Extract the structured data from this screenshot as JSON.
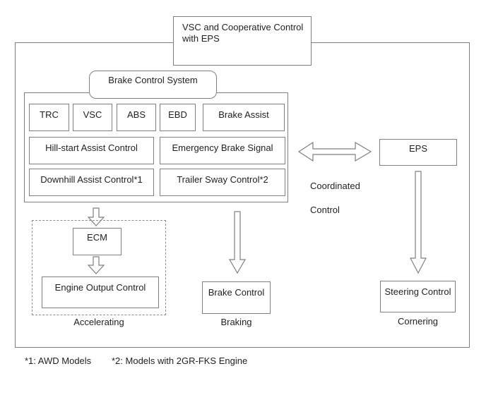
{
  "colors": {
    "border": "#7f7f7f",
    "text": "#1f1f1f",
    "background": "#ffffff"
  },
  "header": {
    "title_line1": "VSC and Cooperative Control",
    "title_line2": "with EPS"
  },
  "brake_control_system": {
    "label": "Brake Control System",
    "functions_row1": [
      "TRC",
      "VSC",
      "ABS",
      "EBD",
      "Brake Assist"
    ],
    "functions_row2": [
      "Hill-start Assist Control",
      "Emergency Brake Signal"
    ],
    "functions_row3": [
      "Downhill Assist Control*1",
      "Trailer Sway Control*2"
    ]
  },
  "eps": {
    "label": "EPS"
  },
  "coordinated_control": {
    "line1": "Coordinated",
    "line2": "Control"
  },
  "accelerating_group": {
    "ecm_label": "ECM",
    "engine_output_label": "Engine Output Control",
    "caption": "Accelerating"
  },
  "braking_group": {
    "box_label": "Brake Control",
    "caption": "Braking"
  },
  "cornering_group": {
    "box_label": "Steering Control",
    "caption": "Cornering"
  },
  "footnotes": {
    "note1": "*1: AWD Models",
    "note2": "*2: Models with 2GR-FKS Engine"
  },
  "icons": {
    "coordinated_arrow": "double-headed-horizontal-arrow",
    "flow_arrow": "down-block-arrow"
  }
}
